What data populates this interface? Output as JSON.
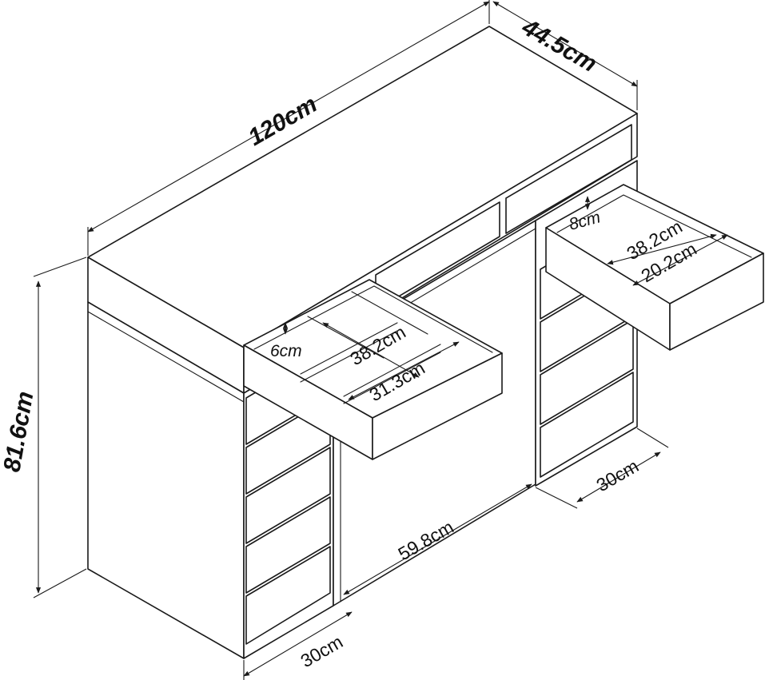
{
  "dimensions": {
    "width": "120cm",
    "depth": "44.5cm",
    "height": "81.6cm",
    "left_cabinet_width": "30cm",
    "right_cabinet_width": "30cm",
    "knee_space_width": "59.8cm",
    "left_drawer_height": "6cm",
    "left_drawer_inner_width": "38.2cm",
    "left_drawer_inner_depth": "31.3cm",
    "right_drawer_height": "8cm",
    "right_drawer_inner_width": "38.2cm",
    "right_drawer_inner_depth": "20.2cm"
  },
  "colors": {
    "line": "#1a1a1a",
    "background": "#ffffff"
  }
}
